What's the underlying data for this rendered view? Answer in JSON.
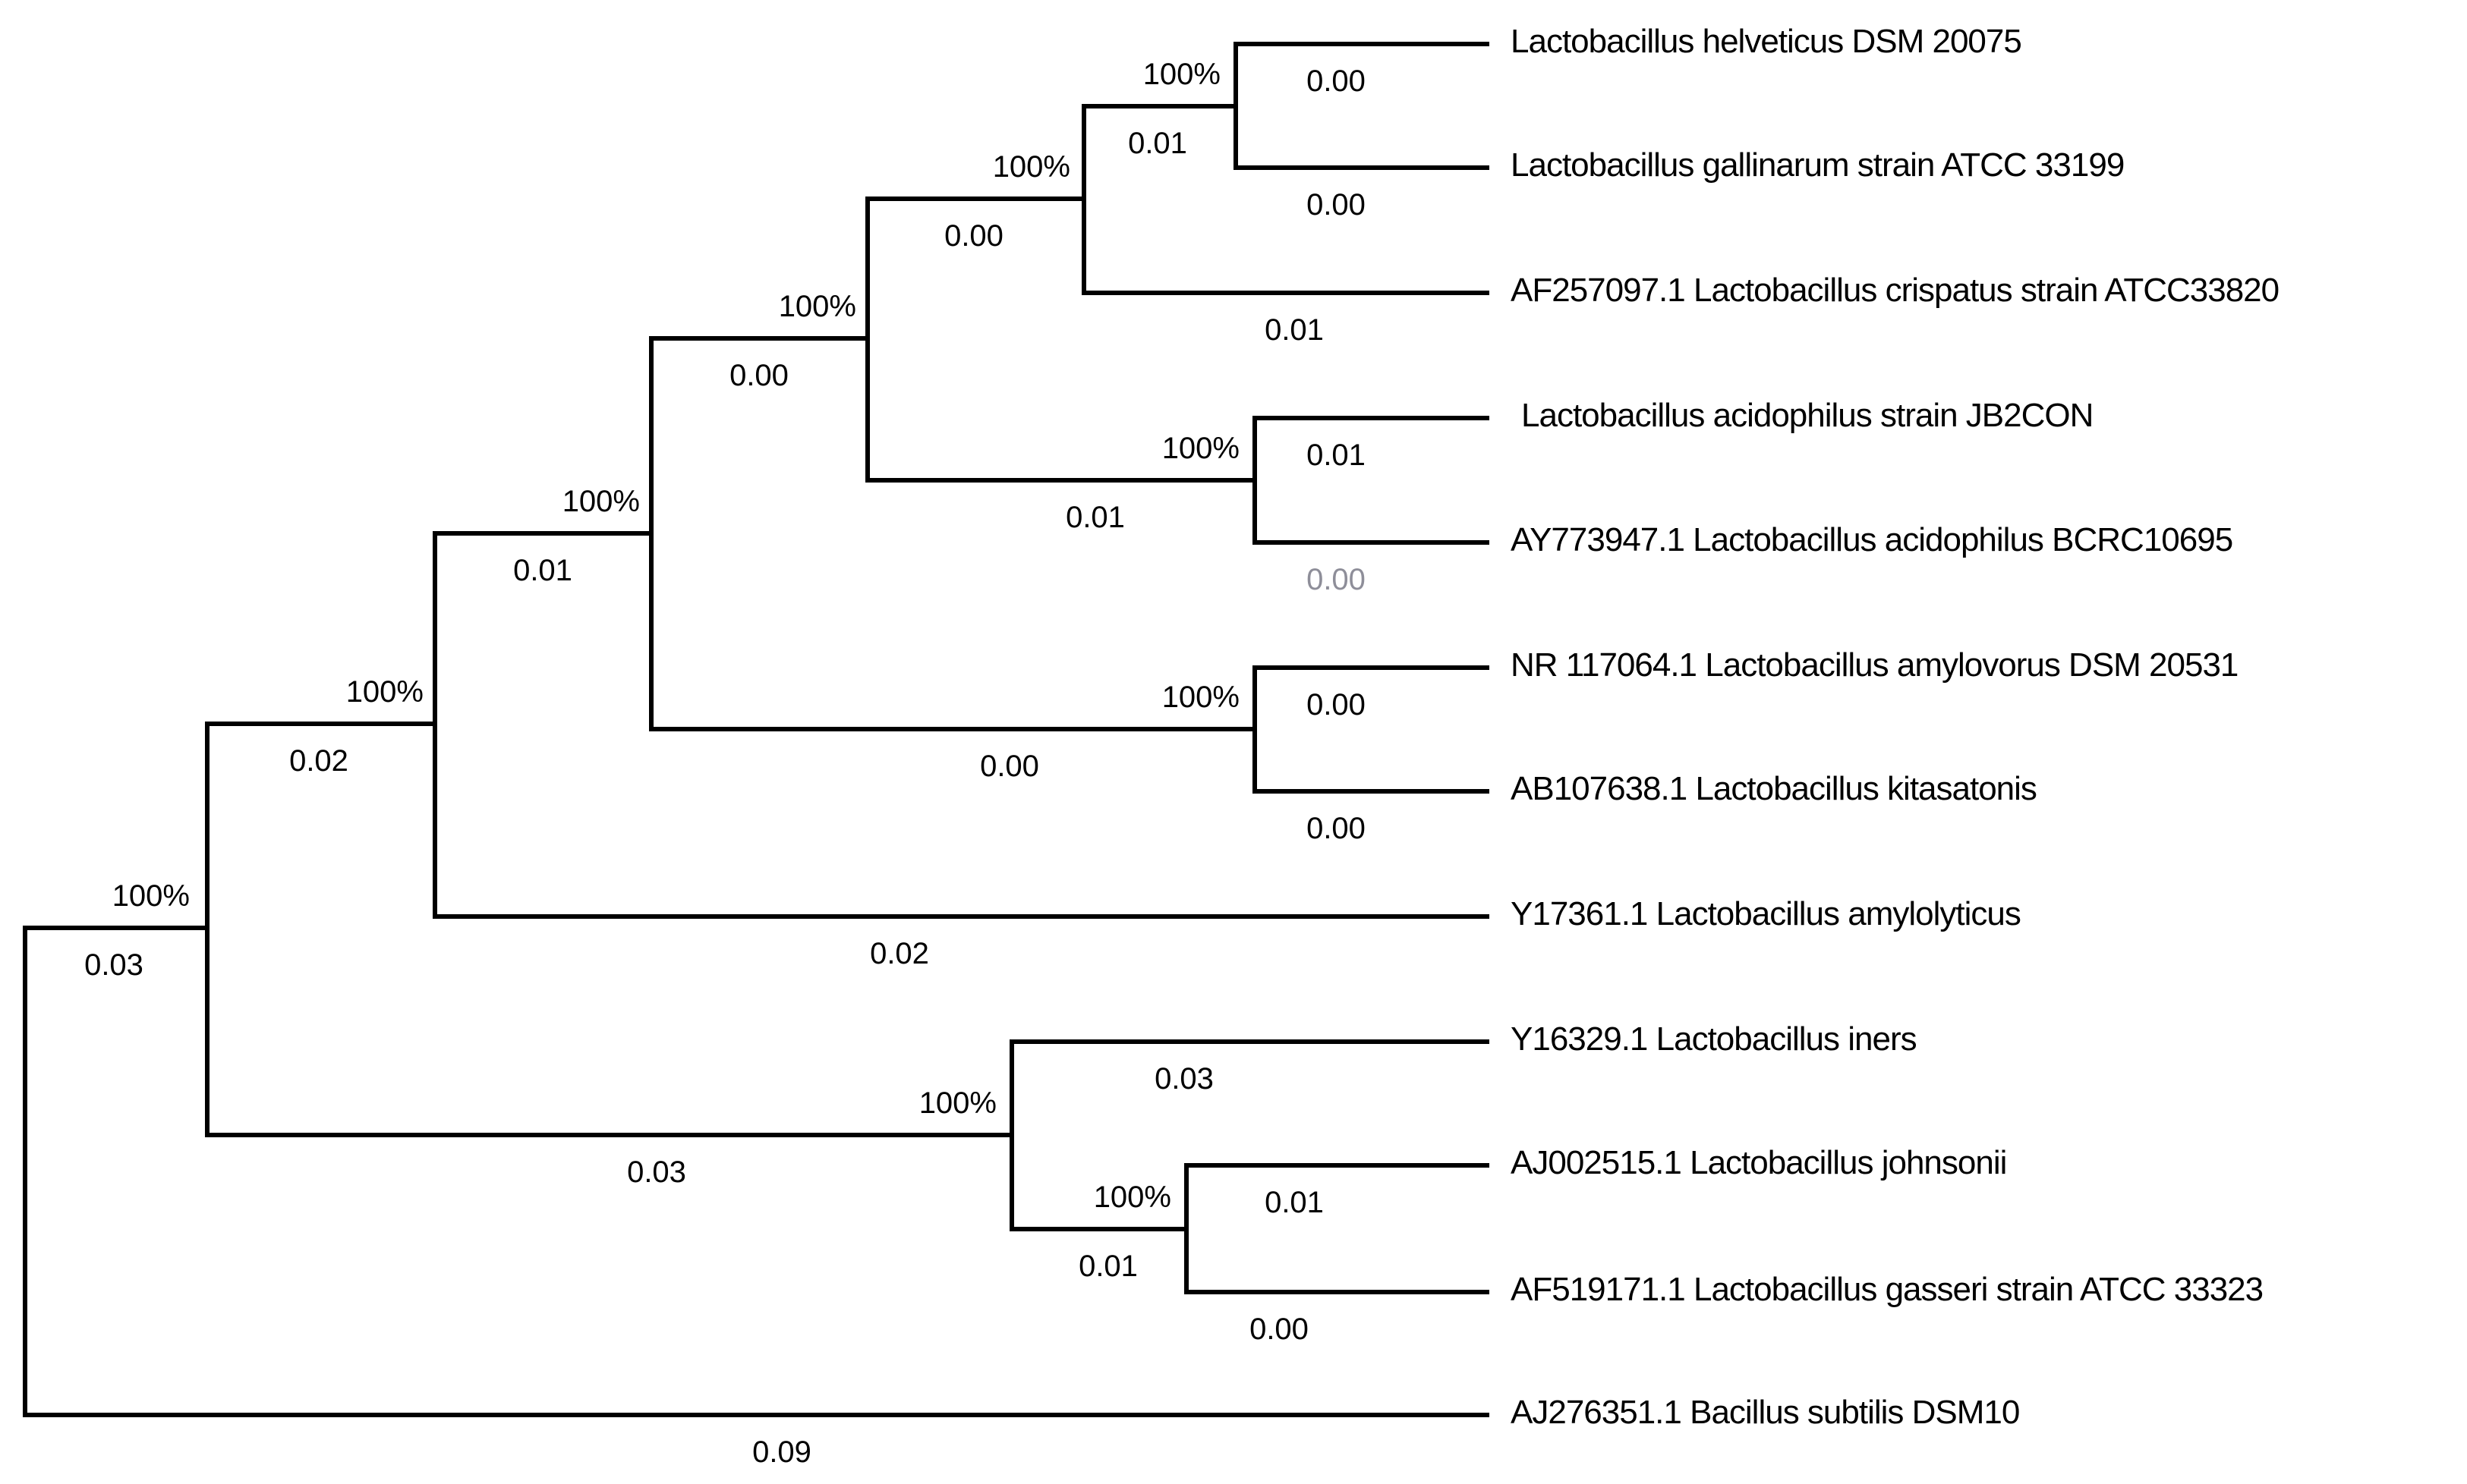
{
  "figure": {
    "background_color": "#ffffff",
    "line_color": "#000000",
    "text_color": "#000000",
    "muted_text_color": "#8e8e99"
  },
  "tree": {
    "type": "phylogram",
    "orientation": "left-to-right",
    "newick": "((((((('Lactobacillus helveticus DSM 20075':0.00,'Lactobacillus gallinarum strain ATCC 33199':0.00)100%:0.01,'AF257097.1 Lactobacillus crispatus strain ATCC33820':0.01)100%:0.00,('Lactobacillus acidophilus strain JB2CON':0.01,'AY773947.1 Lactobacillus acidophilus BCRC10695':0.00)100%:0.01)100%:0.00,('NR 117064.1 Lactobacillus amylovorus DSM 20531':0.00,'AB107638.1 Lactobacillus kitasatonis':0.00)100%:0.00)100%:0.01,'Y17361.1 Lactobacillus amylolyticus':0.02)100%:0.02,('Y16329.1 Lactobacillus iners':0.03,('AJ002515.1 Lactobacillus johnsonii':0.01,'AF519171.1 Lactobacillus gasseri strain ATCC 33323':0.00)100%:0.01)100%:0.03)100%:0.03,'AJ276351.1 Bacillus subtilis DSM10':0.09);",
    "leaves": [
      {
        "name": "Lactobacillus helveticus DSM 20075",
        "branch_length": "0.00"
      },
      {
        "name": "Lactobacillus gallinarum strain ATCC 33199",
        "branch_length": "0.00"
      },
      {
        "name": "AF257097.1 Lactobacillus crispatus strain ATCC33820",
        "branch_length": "0.01"
      },
      {
        "name": "Lactobacillus acidophilus strain JB2CON",
        "branch_length": "0.01"
      },
      {
        "name": "AY773947.1 Lactobacillus acidophilus BCRC10695",
        "branch_length": "0.00",
        "length_label_muted": true
      },
      {
        "name": "NR 117064.1 Lactobacillus amylovorus DSM 20531",
        "branch_length": "0.00"
      },
      {
        "name": "AB107638.1 Lactobacillus kitasatonis",
        "branch_length": "0.00"
      },
      {
        "name": "Y17361.1 Lactobacillus amylolyticus",
        "branch_length": "0.02"
      },
      {
        "name": "Y16329.1 Lactobacillus iners",
        "branch_length": "0.03"
      },
      {
        "name": "AJ002515.1 Lactobacillus johnsonii",
        "branch_length": "0.01"
      },
      {
        "name": "AF519171.1 Lactobacillus gasseri strain ATCC 33323",
        "branch_length": "0.00"
      },
      {
        "name": "AJ276351.1 Bacillus subtilis DSM10",
        "branch_length": "0.09"
      }
    ],
    "clades": [
      {
        "id": "root-to-main-clade",
        "support": "100%",
        "branch_length": "0.03"
      },
      {
        "id": "core-lactobacillus-clade",
        "support": "100%",
        "branch_length": "0.02"
      },
      {
        "id": "acidophilus-complex-clade",
        "support": "100%",
        "branch_length": "0.01"
      },
      {
        "id": "helveticus-acidophilus",
        "support": "100%",
        "branch_length": "0.00"
      },
      {
        "id": "helveticus-crispatus",
        "support": "100%",
        "branch_length": "0.00"
      },
      {
        "id": "helveticus-gallinarum",
        "support": "100%",
        "branch_length": "0.01"
      },
      {
        "id": "acidophilus-pair",
        "support": "100%",
        "branch_length": "0.01"
      },
      {
        "id": "amylovorus-kitasatonis",
        "support": "100%",
        "branch_length": "0.00"
      },
      {
        "id": "iners-johnsonii-gasseri",
        "support": "100%",
        "branch_length": "0.03"
      },
      {
        "id": "johnsonii-gasseri",
        "support": "100%",
        "branch_length": "0.01"
      }
    ]
  }
}
